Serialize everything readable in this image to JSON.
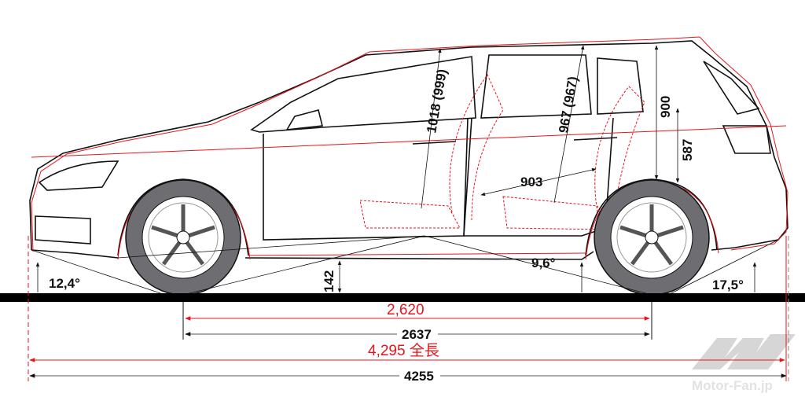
{
  "colors": {
    "line": "#111111",
    "accent": "#e8141c",
    "tire": "#6d6d72",
    "watermark": "#d6d6d6"
  },
  "dimensions": {
    "height_front": "1018 (999)",
    "height_rear": "967 (967)",
    "rear_headroom": "900",
    "rear_height": "587",
    "legroom": "903",
    "approach_angle": "12,4°",
    "ground_clearance": "142",
    "ramp_angle": "9,6°",
    "departure_angle": "17,5°",
    "wheelbase_red": "2,620",
    "wheelbase": "2637",
    "length_red": "4,295 全長",
    "length": "4255"
  },
  "watermark": {
    "text": "Motor-Fan.jp"
  }
}
